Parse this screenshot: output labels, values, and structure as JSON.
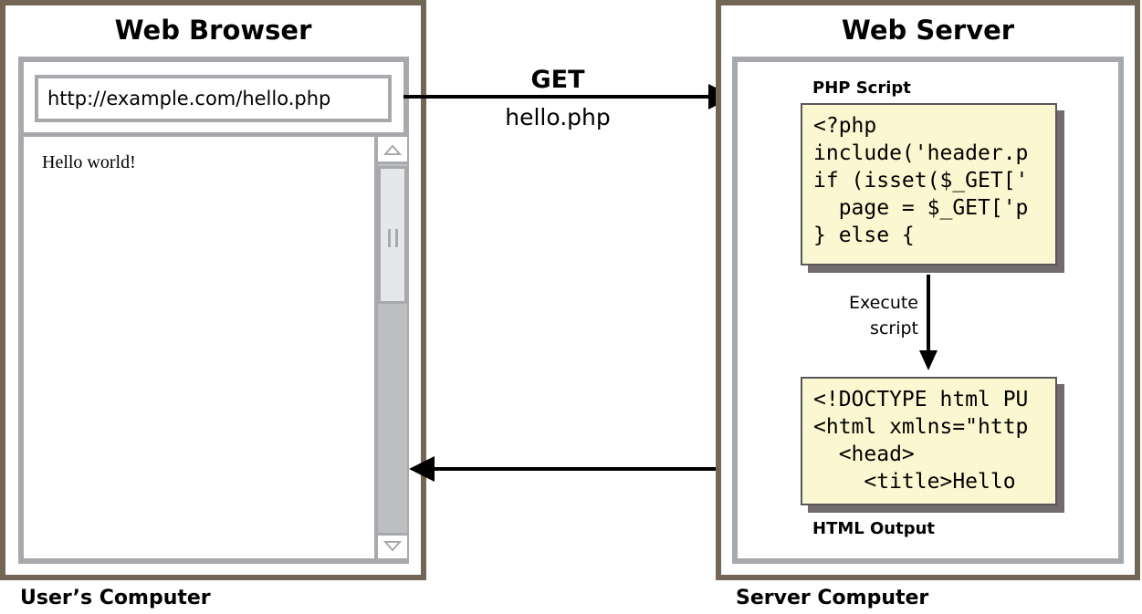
{
  "client": {
    "title": "Web Browser",
    "url": "http://example.com/hello.php",
    "page_text": "Hello world!",
    "caption": "User’s Computer"
  },
  "request": {
    "method": "GET",
    "resource": "hello.php"
  },
  "server": {
    "title": "Web Server",
    "script_label": "PHP Script",
    "script_lines": [
      "<?php",
      "include('header.p",
      "if (isset($_GET['",
      "  page = $_GET['p",
      "} else {"
    ],
    "execute_label_1": "Execute",
    "execute_label_2": "script",
    "output_lines": [
      "<!DOCTYPE html PU",
      "<html xmlns=\"http",
      "  <head>",
      "    <title>Hello"
    ],
    "output_label": "HTML Output",
    "caption": "Server Computer"
  },
  "colors": {
    "frame": "#736656",
    "window": "#a7a9ac",
    "code_bg": "#fbf7d0"
  }
}
